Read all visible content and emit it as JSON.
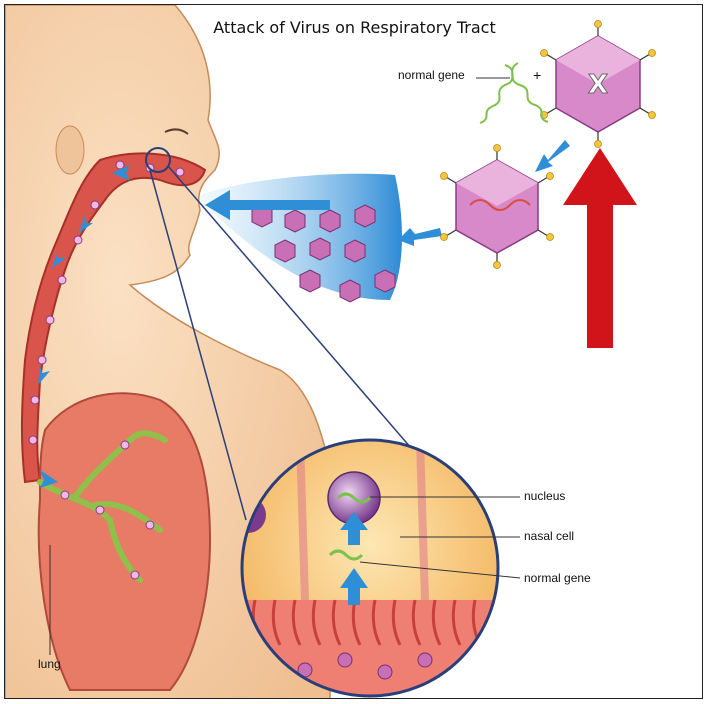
{
  "title": "Attack of Virus on Respiratory Tract",
  "labels": {
    "normal_gene_top": "normal gene",
    "plus": "+",
    "virus_mark": "X",
    "nucleus": "nucleus",
    "nasal_cell": "nasal cell",
    "normal_gene_inset": "normal gene",
    "lung": "lung"
  },
  "colors": {
    "skin": "#f6d2ab",
    "tract": "#d9534a",
    "virus": "#c86fb5",
    "arrow_blue": "#2f8fd6",
    "arrow_red": "#d0141a",
    "gene": "#7cc14a"
  }
}
